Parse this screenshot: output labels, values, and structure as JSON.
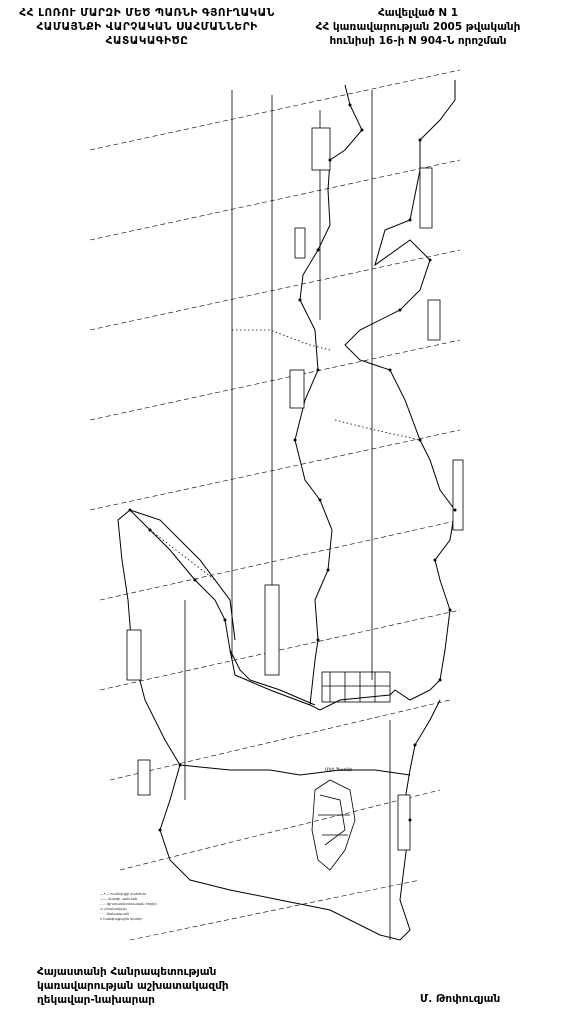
{
  "header": {
    "left_lines": [
      "ՀՀ ԼՈՌՈՒ ՄԱՐԶԻ ՄԵԾ ՊԱՌՆԻ ԳՅՈՒՂԱԿԱՆ",
      "ՀԱՄԱՅՆՔԻ ՎԱՐՉԱԿԱՆ ՍԱՀՄԱՆՆԵՐԻ",
      "ՀԱՏԱԿԱԳԻԾԸ"
    ],
    "right_lines": [
      "Հավելված N 1",
      "ՀՀ կառավարության 2005 թվականի",
      "հունիսի 16-ի N 904-Ն որոշման"
    ]
  },
  "footer": {
    "left_lines": [
      "Հայաստանի Հանրապետության",
      "կառավարության աշխատակազմի",
      "ղեկավար-նախարար"
    ],
    "signature": "Մ. Թոփուզյան"
  },
  "map": {
    "settlement_label": "Մեծ Պառնի",
    "legend_lines": [
      "—•— համայնքի սահման",
      "—— մարզի սահման",
      "- - - գյուղատնտեսական հողեր",
      "▭ բնակավայր",
      "· · · ճանապարհ",
      "═ հանգույցային կետեր"
    ]
  }
}
